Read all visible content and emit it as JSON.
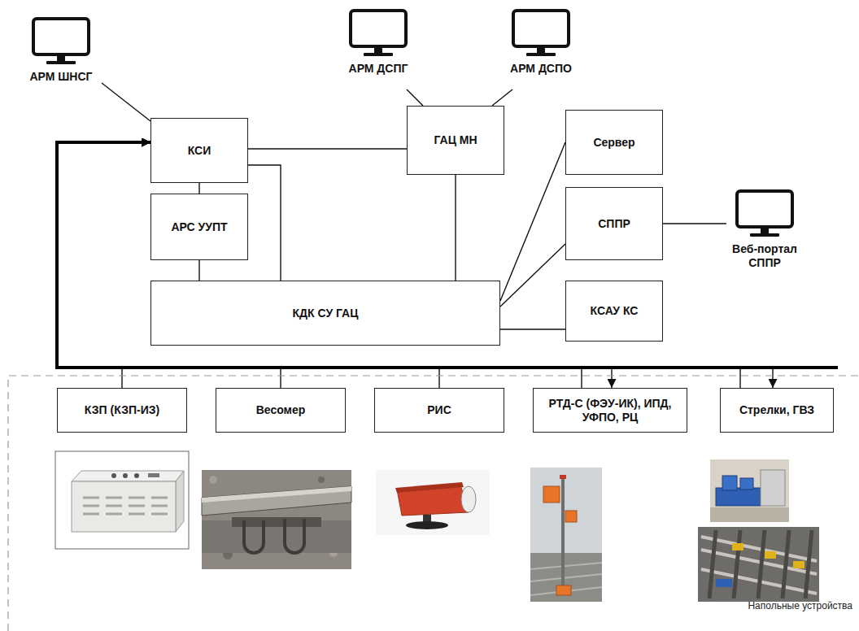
{
  "diagram": {
    "nodes": [
      {
        "text": [
          "АРМ ШНСГ"
        ]
      },
      {
        "text": [
          "АРМ ДСПГ"
        ]
      },
      {
        "text": [
          "АРМ ДСПО"
        ]
      },
      {
        "text": [
          "КСИ"
        ]
      },
      {
        "text": [
          "ГАЦ МН"
        ]
      },
      {
        "text": [
          "Сервер"
        ]
      },
      {
        "text": [
          "АРС УУПТ"
        ]
      },
      {
        "text": [
          "СППР"
        ]
      },
      {
        "text": [
          "Веб-портал СППР"
        ]
      },
      {
        "text": [
          "КДК СУ ГАЦ"
        ]
      },
      {
        "text": [
          "КСАУ КС"
        ]
      },
      {
        "text": [
          "КЗП (КЗП-ИЗ)"
        ]
      },
      {
        "text": [
          "Весомер"
        ]
      },
      {
        "text": [
          "РИС"
        ]
      },
      {
        "text": [
          "РТД-С (ФЭУ-ИК), ИПД, УФПО, РЦ"
        ]
      },
      {
        "text": [
          "Стрелки, ГВЗ"
        ]
      }
    ],
    "edges": [
      {
        "from": 0,
        "to": 3,
        "arrow": "none"
      },
      {
        "from": 1,
        "to": 4,
        "arrow": "none"
      },
      {
        "from": 2,
        "to": 4,
        "arrow": "none"
      },
      {
        "from": 3,
        "to": 4,
        "arrow": "none"
      },
      {
        "from": 3,
        "to": 9,
        "arrow": "none"
      },
      {
        "from": 3,
        "to": 6,
        "arrow": "none"
      },
      {
        "from": 6,
        "to": 9,
        "arrow": "none"
      },
      {
        "from": 4,
        "to": 9,
        "arrow": "none"
      },
      {
        "from": 9,
        "to": 5,
        "arrow": "none"
      },
      {
        "from": 9,
        "to": 7,
        "arrow": "none"
      },
      {
        "from": 9,
        "to": 10,
        "arrow": "none"
      },
      {
        "from": 7,
        "to": 8,
        "arrow": "none"
      },
      {
        "from": 11,
        "to": 3,
        "arrow": "to"
      },
      {
        "from": 12,
        "to": 3,
        "arrow": "to"
      },
      {
        "from": 13,
        "to": 3,
        "arrow": "to"
      },
      {
        "from": 14,
        "to": 3,
        "arrow": "to"
      },
      {
        "from": 3,
        "to": 14,
        "arrow": "to"
      },
      {
        "from": 15,
        "to": 3,
        "arrow": "to"
      },
      {
        "from": 3,
        "to": 15,
        "arrow": "to"
      }
    ],
    "labels": [
      "Напольные устройства"
    ]
  }
}
